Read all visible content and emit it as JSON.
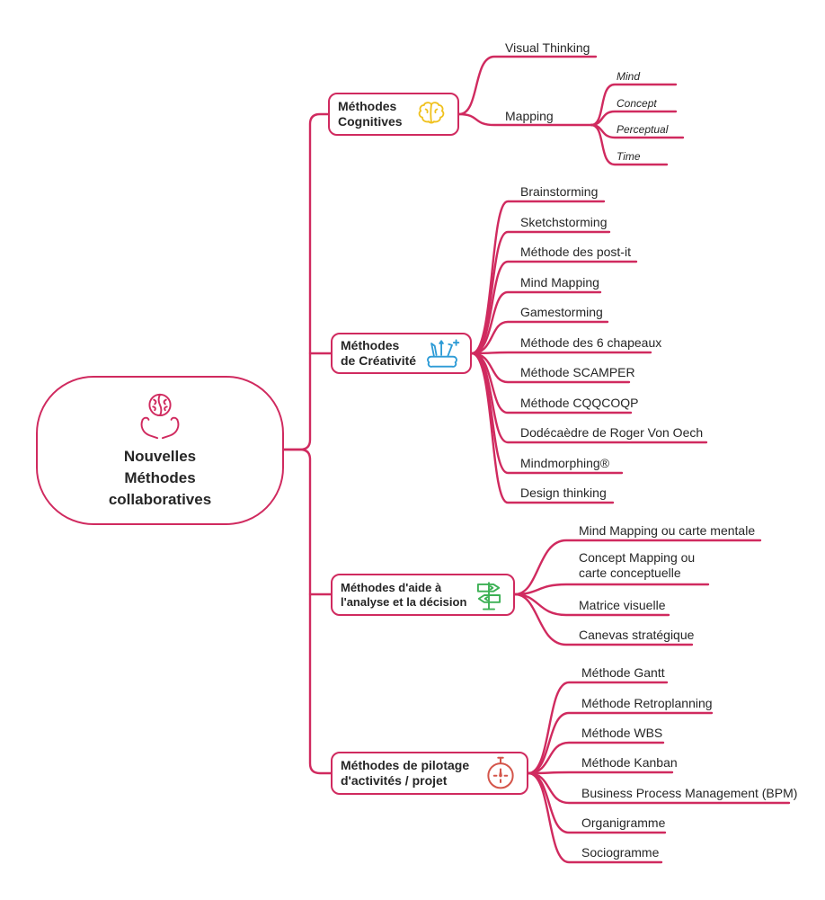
{
  "colors": {
    "accent": "#d02a5f",
    "text": "#262626",
    "cognitives_icon": "#f0c11d",
    "creativite_icon": "#2d9bd6",
    "decision_icon": "#3cb054",
    "pilotage_icon": "#d4554a"
  },
  "root": {
    "icon": "hands-holding-brain-icon",
    "lines": [
      "Nouvelles",
      "Méthodes",
      "collaboratives"
    ]
  },
  "branches": [
    {
      "id": "cognitives",
      "icon": "brain-icon",
      "lines": [
        "Méthodes",
        "Cognitives"
      ],
      "children": [
        {
          "label": "Visual Thinking"
        },
        {
          "label": "Mapping",
          "children": [
            {
              "label": "Mind"
            },
            {
              "label": "Concept"
            },
            {
              "label": "Perceptual"
            },
            {
              "label": "Time"
            }
          ]
        }
      ]
    },
    {
      "id": "creativite",
      "icon": "pencils-cloud-icon",
      "lines": [
        "Méthodes",
        "de Créativité"
      ],
      "children": [
        {
          "label": "Brainstorming"
        },
        {
          "label": "Sketchstorming"
        },
        {
          "label": "Méthode des post-it"
        },
        {
          "label": "Mind Mapping"
        },
        {
          "label": "Gamestorming"
        },
        {
          "label": "Méthode des 6 chapeaux"
        },
        {
          "label": "Méthode SCAMPER"
        },
        {
          "label": "Méthode CQQCOQP"
        },
        {
          "label": "Dodécaèdre de Roger Von Oech"
        },
        {
          "label": "Mindmorphing®"
        },
        {
          "label": "Design thinking"
        }
      ]
    },
    {
      "id": "decision",
      "icon": "signpost-icon",
      "lines": [
        "Méthodes d'aide à",
        "l'analyse et la décision"
      ],
      "children": [
        {
          "label": "Mind Mapping ou carte mentale"
        },
        {
          "label": "Concept Mapping ou carte conceptuelle"
        },
        {
          "label": "Matrice visuelle"
        },
        {
          "label": "Canevas stratégique"
        }
      ]
    },
    {
      "id": "pilotage",
      "icon": "stopwatch-icon",
      "lines": [
        "Méthodes de pilotage",
        "d'activités / projet"
      ],
      "children": [
        {
          "label": "Méthode Gantt"
        },
        {
          "label": "Méthode Retroplanning"
        },
        {
          "label": "Méthode WBS"
        },
        {
          "label": "Méthode Kanban"
        },
        {
          "label": "Business Process Management (BPM)"
        },
        {
          "label": "Organigramme"
        },
        {
          "label": "Sociogramme"
        }
      ]
    }
  ]
}
